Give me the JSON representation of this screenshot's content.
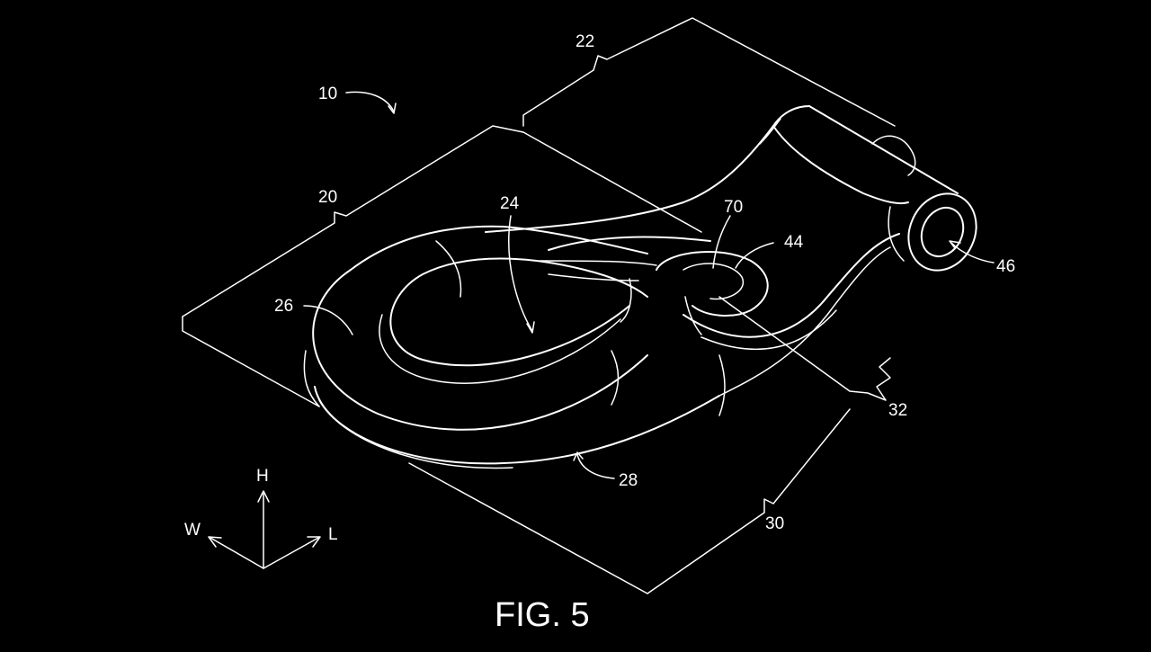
{
  "figure": {
    "caption": "FIG. 5",
    "reference_numerals": [
      "10",
      "20",
      "22",
      "24",
      "26",
      "28",
      "30",
      "32",
      "44",
      "46",
      "70"
    ],
    "axes": {
      "height": "H",
      "width": "W",
      "length": "L"
    },
    "colors": {
      "background": "#000000",
      "linework": "#ffffff"
    }
  }
}
